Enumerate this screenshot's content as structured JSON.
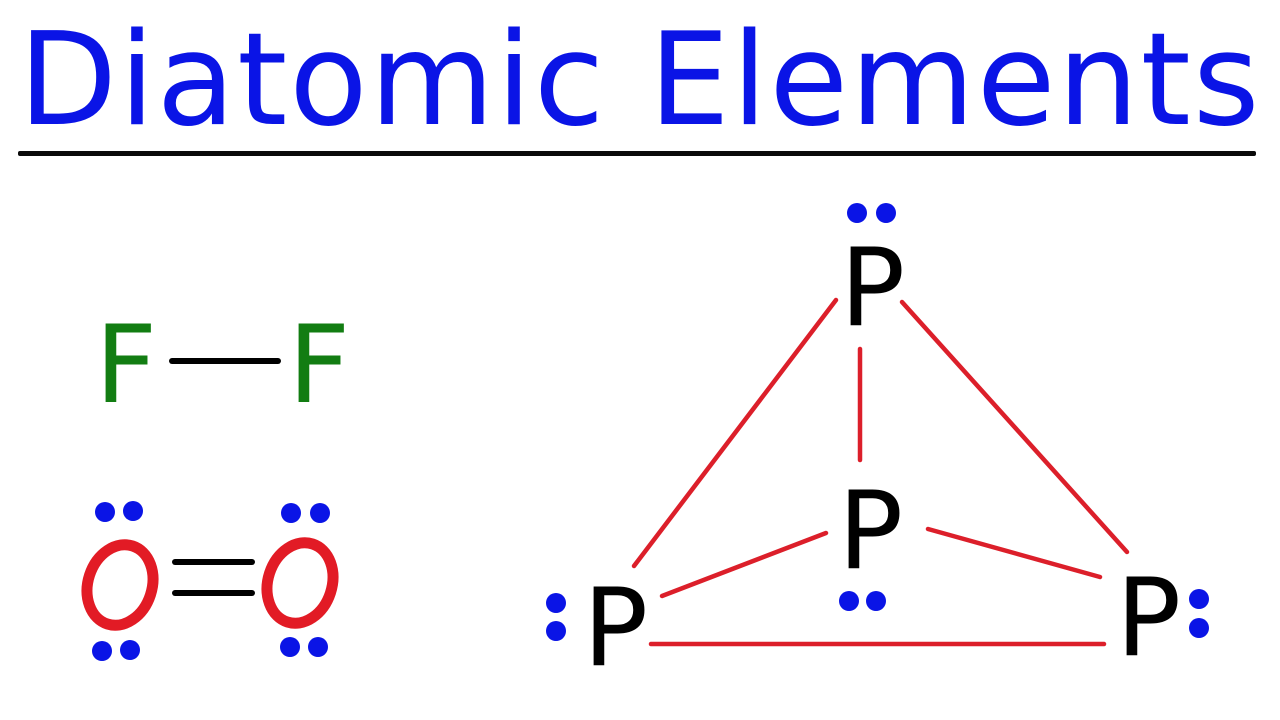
{
  "title": "Diatomic Elements",
  "colors": {
    "title": "#0a14e6",
    "rule": "#0a0a0a",
    "fluorine": "#127d12",
    "oxygen": "#e21b25",
    "phosphorus": "#000000",
    "bond_black": "#000000",
    "bond_red": "#dc1f2a",
    "lone_pair": "#0a14e6"
  },
  "molecules": [
    {
      "name": "fluorine",
      "formula": "F2",
      "atoms": [
        {
          "symbol": "F"
        },
        {
          "symbol": "F"
        }
      ],
      "bond": "single"
    },
    {
      "name": "oxygen",
      "formula": "O2",
      "atoms": [
        {
          "symbol": "O",
          "lone_pairs": 2
        },
        {
          "symbol": "O",
          "lone_pairs": 2
        }
      ],
      "bond": "double"
    },
    {
      "name": "phosphorus",
      "formula": "P4",
      "shape": "tetrahedral",
      "atoms": [
        {
          "symbol": "P",
          "position": "top",
          "lone_pairs": 1
        },
        {
          "symbol": "P",
          "position": "center",
          "lone_pairs": 1
        },
        {
          "symbol": "P",
          "position": "bottom-left",
          "lone_pairs": 1
        },
        {
          "symbol": "P",
          "position": "bottom-right",
          "lone_pairs": 1
        }
      ],
      "bonds": 6
    }
  ]
}
